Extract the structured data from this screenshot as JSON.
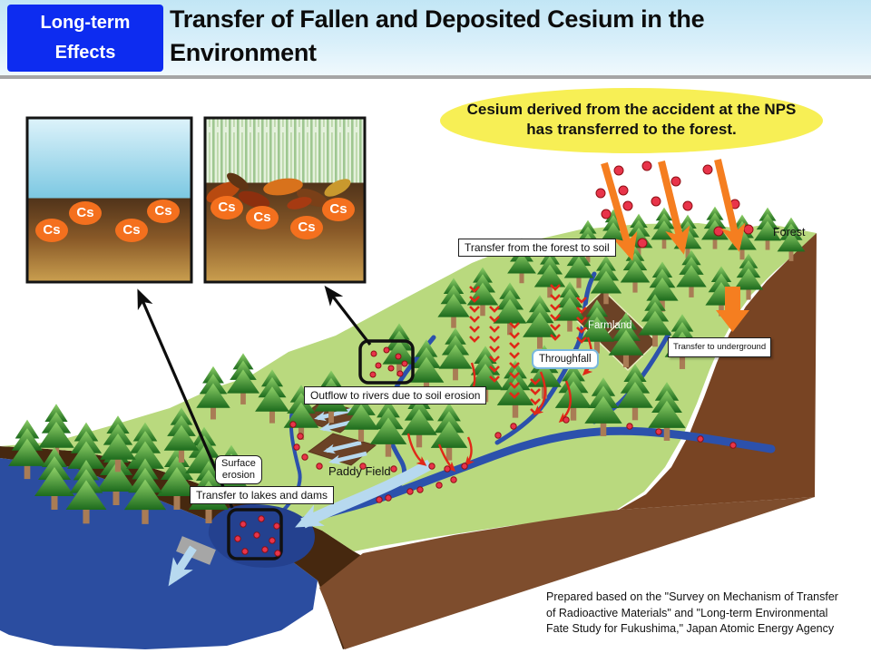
{
  "header": {
    "badge_line1": "Long-term",
    "badge_line2": "Effects",
    "title_line1": "Transfer of Fallen and Deposited Cesium in the",
    "title_line2": "Environment"
  },
  "callout": {
    "line1": "Cesium derived from the accident at the NPS",
    "line2": "has transferred to the forest."
  },
  "labels": {
    "forest": "Forest",
    "farmland": "Farmland",
    "paddy_field": "Paddy Field",
    "transfer_forest_soil": "Transfer from the forest to soil",
    "transfer_underground": "Transfer to underground",
    "throughfall": "Throughfall",
    "outflow_rivers": "Outflow to rivers due to soil erosion",
    "surface_erosion_line1": "Surface",
    "surface_erosion_line2": "erosion",
    "transfer_lakes": "Transfer to lakes and dams"
  },
  "cesium_symbol": "Cs",
  "attribution": {
    "line1": "Prepared based on the \"Survey on Mechanism of Transfer",
    "line2": "of Radioactive Materials\" and \"Long-term Environmental",
    "line3": "Fate Study for Fukushima,\" Japan Atomic Energy Agency"
  },
  "colors": {
    "badge_blue": "#0d2cf0",
    "header_blue_bg": "#c2e6f5",
    "callout_yellow": "#f7ef55",
    "terrain_green": "#b9d97e",
    "water_blue": "#2b4da0",
    "river_blue": "#2c51ac",
    "soil_brown": "#7e4d2d",
    "cesium_orange": "#f4701e",
    "fallout_arrow_orange": "#f57e20",
    "cesium_dot_red": "#e02818",
    "flow_arrow_light_blue": "#b7d9ef"
  }
}
